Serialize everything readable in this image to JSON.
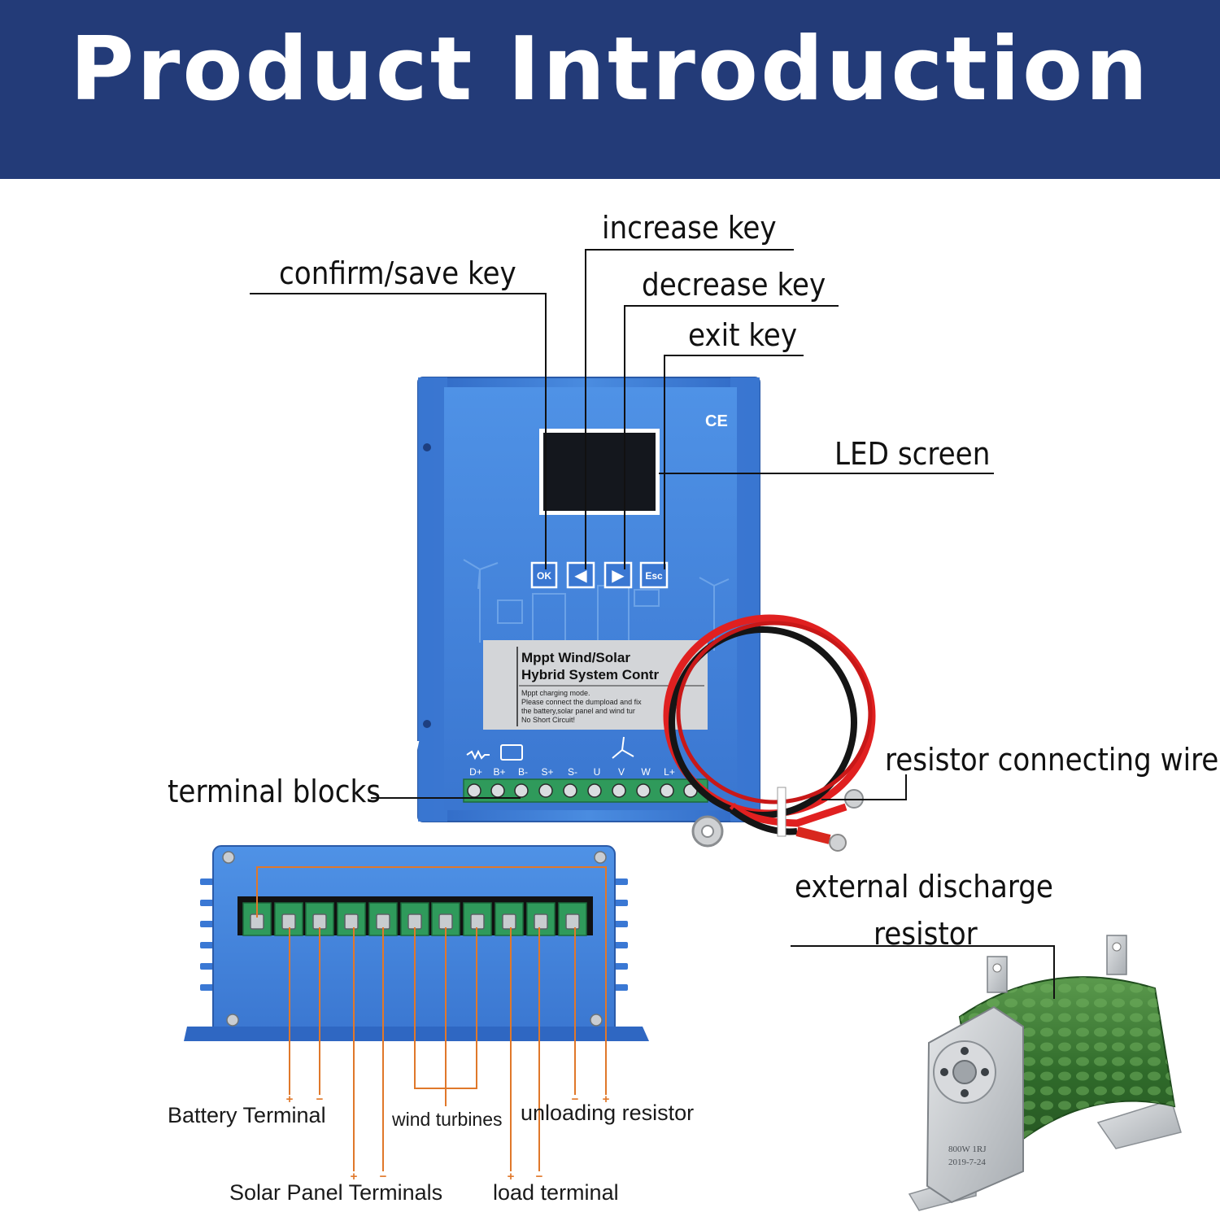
{
  "header": {
    "title": "Product Introduction",
    "background": "#233b78"
  },
  "labels": {
    "increase_key": "increase key",
    "confirm_save_key": "confirm/save key",
    "decrease_key": "decrease key",
    "exit_key": "exit key",
    "led_screen": "LED screen",
    "terminal_blocks": "terminal blocks",
    "resistor_connecting_wire": "resistor connecting wire",
    "external_discharge_line1": "external discharge",
    "external_discharge_line2": "resistor",
    "battery_terminal": "Battery Terminal",
    "wind_turbines": "wind turbines",
    "unloading_resistor": "unloading resistor",
    "solar_panel_terminals": "Solar Panel Terminals",
    "load_terminal": "load terminal"
  },
  "controller": {
    "buttons": [
      "OK",
      "◀",
      "▶",
      "Esc"
    ],
    "ce_mark": "CE",
    "sticker_title_1": "Mppt Wind/Solar",
    "sticker_title_2": "Hybrid System Contr",
    "sticker_lines": [
      "Mppt charging mode.",
      "Please connect the dumpload and fix",
      "the battery,solar panel and wind tur",
      "No Short Circuit!"
    ],
    "terminal_labels": [
      "D+",
      "B+",
      "B-",
      "S+",
      "S-",
      "U",
      "V",
      "W",
      "L+"
    ]
  },
  "resistor": {
    "marking_1": "800W 1RJ",
    "marking_2": "2019-7-24"
  },
  "polarity": {
    "plus": "+",
    "minus": "−"
  },
  "colors": {
    "controller_blue": "#3f7fd6",
    "terminal_green": "#2f9a5b",
    "wire_red": "#e02020",
    "wire_black": "#151515",
    "resistor_green": "#3d7a34"
  }
}
